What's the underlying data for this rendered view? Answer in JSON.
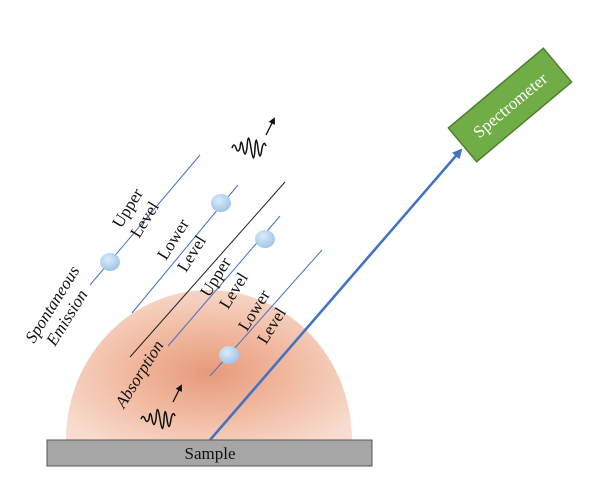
{
  "diagram": {
    "sample_label": "Sample",
    "spectrometer_label": "Spectrometer",
    "spontaneous": {
      "line1": "Spontaneous",
      "line2": "Emission",
      "upper_1": "Upper",
      "upper_2": "Level",
      "lower_1": "Lower",
      "lower_2": "Level"
    },
    "absorption": {
      "label": "Absorption",
      "upper_1": "Upper",
      "upper_2": "Level",
      "lower_1": "Lower",
      "lower_2": "Level"
    }
  },
  "colors": {
    "sample_fill": "#a6a6a6",
    "spectrometer_fill": "#70ad47",
    "spectrometer_stroke": "#507e32",
    "arrow": "#4472c4",
    "energy_level_line": "#4472c4",
    "electron": "#9dc3e6",
    "plasma_center": "#e79a7a",
    "plasma_edge": "#f8dccf"
  }
}
